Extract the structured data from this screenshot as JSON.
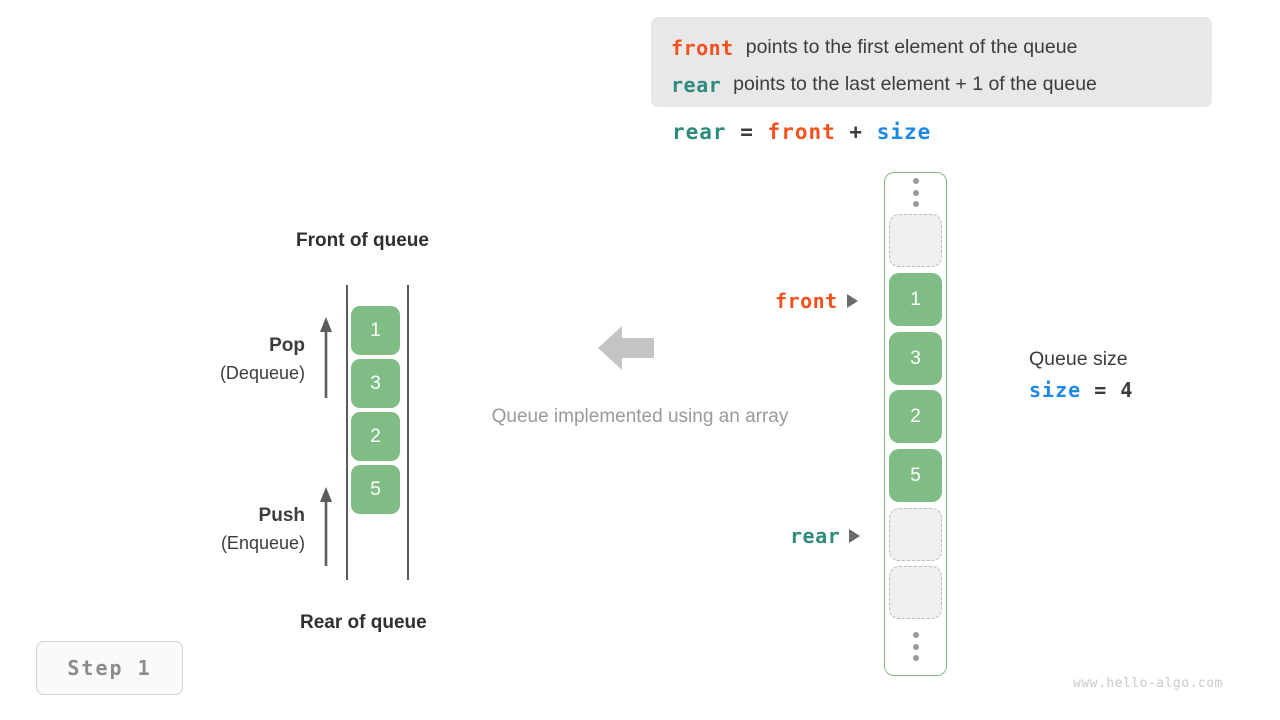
{
  "legend": {
    "lines": [
      {
        "keyword": "front",
        "text": "points to the first element of the queue",
        "color": "#f4511e"
      },
      {
        "keyword": "rear",
        "text": "points to the last element + 1 of the queue",
        "color": "#2e8b7e"
      }
    ]
  },
  "formula": {
    "lhs": "rear",
    "eq": "=",
    "rhs1": "front",
    "plus": "+",
    "rhs2": "size"
  },
  "queue_view": {
    "front_label": "Front of queue",
    "rear_label": "Rear of queue",
    "pop": {
      "title": "Pop",
      "subtitle": "(Dequeue)"
    },
    "push": {
      "title": "Push",
      "subtitle": "(Enqueue)"
    },
    "cells": [
      "1",
      "3",
      "2",
      "5"
    ]
  },
  "center": {
    "caption": "Queue implemented using an array",
    "arrow_direction": "left"
  },
  "array_view": {
    "ellipsis_top": "vertical-ellipsis",
    "ellipsis_bottom": "vertical-ellipsis",
    "cells": [
      {
        "value": "",
        "state": "empty"
      },
      {
        "value": "1",
        "state": "filled"
      },
      {
        "value": "3",
        "state": "filled"
      },
      {
        "value": "2",
        "state": "filled"
      },
      {
        "value": "5",
        "state": "filled"
      },
      {
        "value": "",
        "state": "empty"
      },
      {
        "value": "",
        "state": "empty"
      }
    ],
    "pointers": [
      {
        "label": "front",
        "color": "#f4511e",
        "target_index": 1
      },
      {
        "label": "rear",
        "color": "#2e8b7e",
        "target_index": 5
      }
    ]
  },
  "queue_size": {
    "title": "Queue size",
    "var": "size",
    "eq": "=",
    "value": "4"
  },
  "step_badge": "Step 1",
  "watermark": "www.hello-algo.com",
  "colors": {
    "cell_green": "#7fbd85",
    "front_orange": "#f4511e",
    "rear_teal": "#2e8b7e",
    "size_blue": "#1e88e5",
    "legend_bg": "#e8e8e8",
    "muted_gray": "#9a9a9a"
  }
}
